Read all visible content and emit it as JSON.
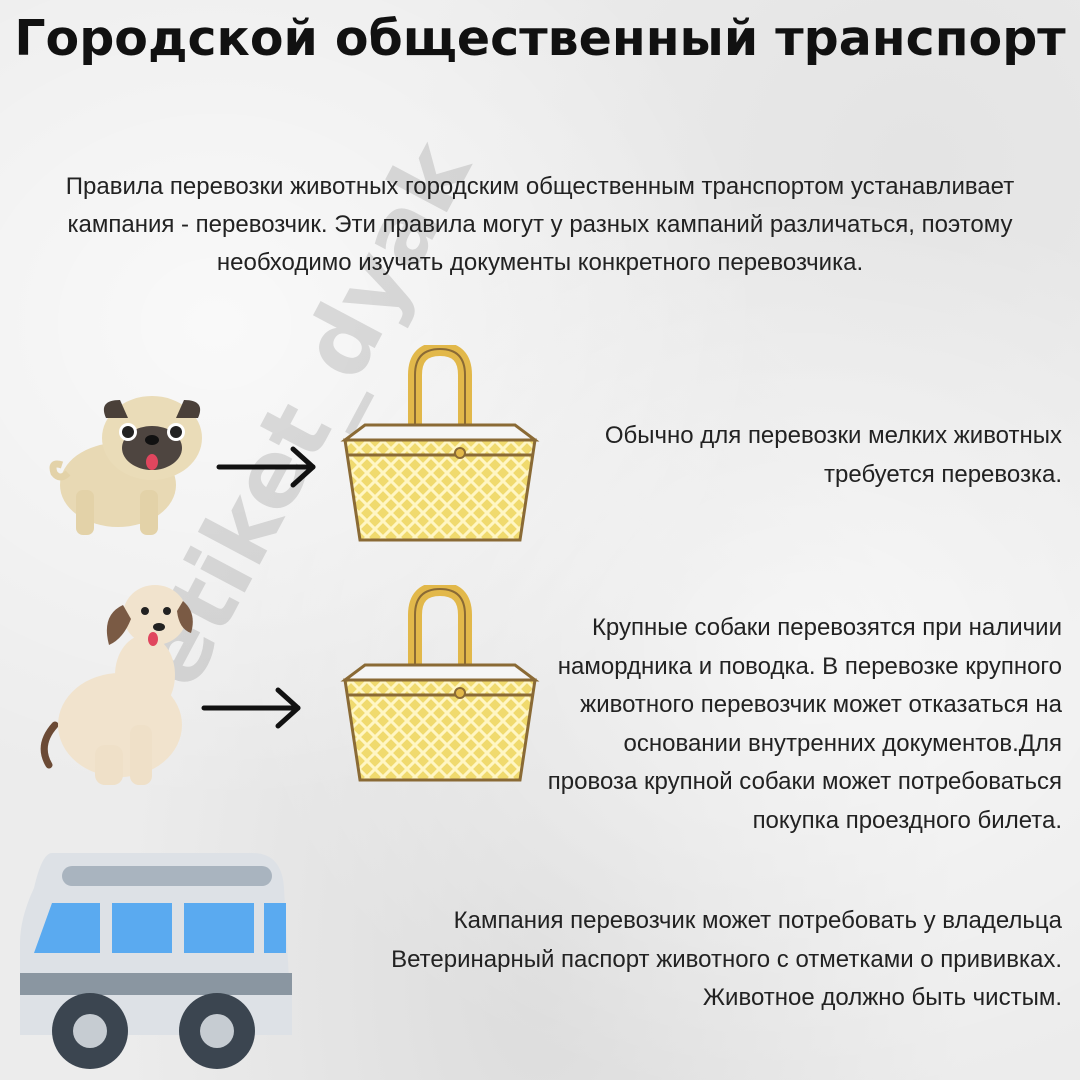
{
  "title": "Городской общественный транспорт",
  "intro": "Правила перевозки животных городским общественным транспортом устанавливает кампания - перевозчик. Эти правила могут у разных кампаний различаться, поэтому необходимо изучать документы конкретного перевозчика.",
  "watermark": "#etiket_dyak",
  "notes": [
    "Обычно для перевозки мелких животных требуется перевозка.",
    "Крупные собаки перевозятся при наличии намордника и поводка. В перевозке крупного животного перевозчик может отказаться на основании внутренних документов.Для  провоза крупной собаки может потребоваться покупка проездного билета.",
    "Кампания  перевозчик может потребовать у владельца Ветеринарный паспорт животного с отметками о прививках. Животное должно быть чистым."
  ]
}
